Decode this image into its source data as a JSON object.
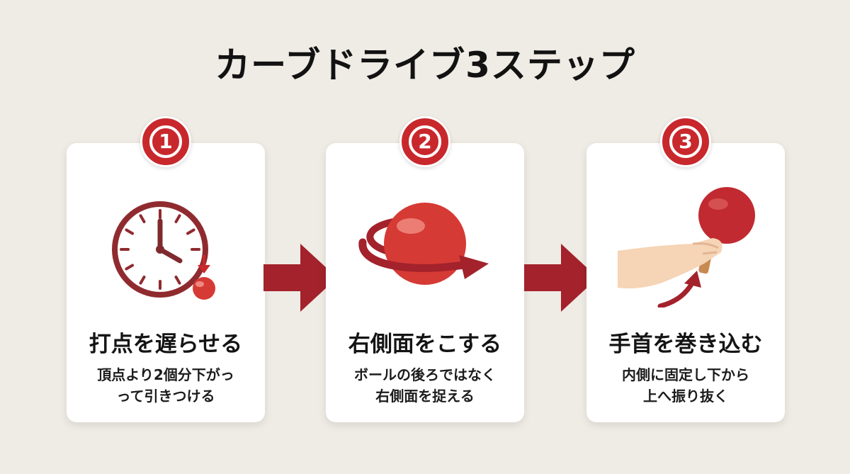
{
  "title": "カーブドライブ3ステップ",
  "colors": {
    "accent": "#c8282c",
    "arrow": "#a3222b",
    "background": "#efebe5",
    "card": "#ffffff",
    "skin": "#f6d4b6"
  },
  "steps": [
    {
      "number": "1",
      "icon": "clock-with-ball-icon",
      "title": "打点を遅らせる",
      "desc": [
        "頂点より2個分下がっ",
        "って引きつける"
      ]
    },
    {
      "number": "2",
      "icon": "spinning-ball-icon",
      "title": "右側面をこする",
      "desc": [
        "ボールの後ろではなく",
        "右側面を捉える"
      ]
    },
    {
      "number": "3",
      "icon": "wrist-paddle-icon",
      "title": "手首を巻き込む",
      "desc": [
        "内側に固定し下から",
        "上へ振り抜く"
      ]
    }
  ]
}
